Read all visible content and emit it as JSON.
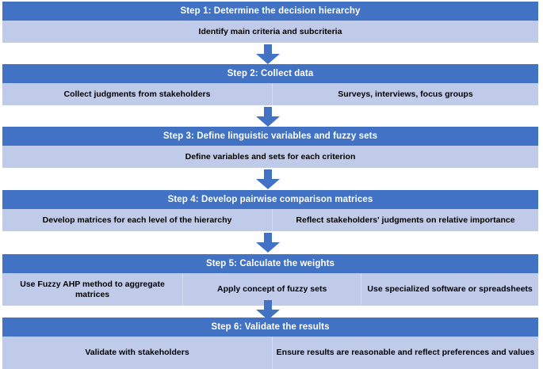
{
  "diagram": {
    "title": "Fuzzy AHP methodology step flowchart",
    "colors": {
      "header_blue": "#4272C4",
      "detail_light_blue": "#BFCBE8",
      "arrow_blue": "#4272C4",
      "header_text": "#FFFFFF",
      "detail_text": "#000000",
      "background": "#FFFFFF"
    },
    "connector_icon": "down-block-arrow-icon",
    "steps": [
      {
        "id": "step-1",
        "header": "Step 1: Determine the decision hierarchy",
        "details": [
          {
            "text": "Identify main criteria and subcriteria",
            "width_pct": 100
          }
        ],
        "has_connector_below": true
      },
      {
        "id": "step-2",
        "header": "Step 2: Collect data",
        "details": [
          {
            "text": "Collect judgments from stakeholders",
            "width_pct": 50.3
          },
          {
            "text": "Surveys, interviews, focus groups",
            "width_pct": 49.7
          }
        ],
        "has_connector_below": true
      },
      {
        "id": "step-3",
        "header": "Step 3: Define linguistic variables and fuzzy sets",
        "details": [
          {
            "text": "Define variables and sets for each criterion",
            "width_pct": 100
          }
        ],
        "has_connector_below": true
      },
      {
        "id": "step-4",
        "header": "Step 4: Develop pairwise comparison matrices",
        "details": [
          {
            "text": "Develop matrices for each level of the hierarchy",
            "width_pct": 50.3
          },
          {
            "text": "Reflect stakeholders' judgments on relative importance",
            "width_pct": 49.7
          }
        ],
        "has_connector_below": true
      },
      {
        "id": "step-5",
        "header": "Step 5: Calculate the weights",
        "details": [
          {
            "text": "Use Fuzzy AHP method to aggregate matrices",
            "width_pct": 33.6
          },
          {
            "text": "Apply concept of fuzzy sets",
            "width_pct": 33.3
          },
          {
            "text": "Use specialized software or spreadsheets",
            "width_pct": 33.1
          }
        ],
        "has_connector_below": true
      },
      {
        "id": "step-6",
        "header": "Step 6: Validate the results",
        "details": [
          {
            "text": "Validate with stakeholders",
            "width_pct": 50.3
          },
          {
            "text": "Ensure results are reasonable and reflect preferences and values",
            "width_pct": 49.7
          }
        ],
        "has_connector_below": false
      }
    ]
  }
}
